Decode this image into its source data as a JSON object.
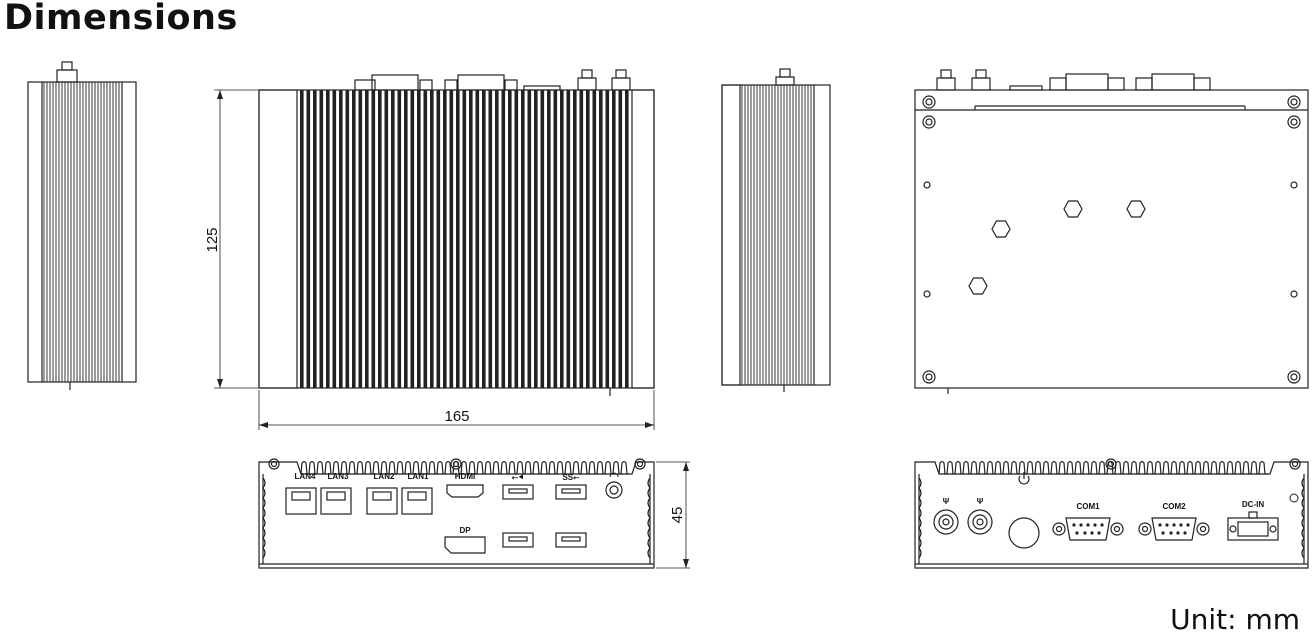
{
  "title": "Dimensions",
  "unit_label": "Unit: mm",
  "dimensions": {
    "height": "125",
    "width": "165",
    "depth": "45"
  },
  "front_panel": {
    "lan4": "LAN4",
    "lan3": "LAN3",
    "lan2": "LAN2",
    "lan1": "LAN1",
    "hdmi": "HDMI",
    "dp": "DP"
  },
  "rear_panel": {
    "com1": "COM1",
    "com2": "COM2",
    "dcin": "DC-IN"
  }
}
